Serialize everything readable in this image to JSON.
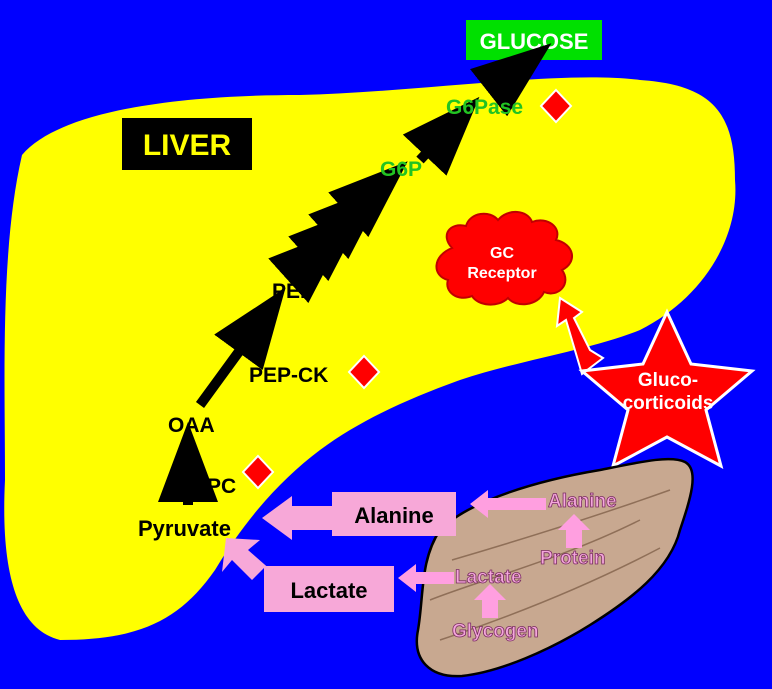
{
  "organ_label": "LIVER",
  "output_label": "GLUCOSE",
  "nodes": {
    "g6pase": "G6Pase",
    "g6p": "G6P",
    "pep": "PEP",
    "pepck": "PEP-CK",
    "oaa": "OAA",
    "pc": "PC",
    "pyruvate": "Pyruvate"
  },
  "receptor": {
    "line1": "GC",
    "line2": "Receptor"
  },
  "hormone": {
    "line1": "Gluco-",
    "line2": "corticoids"
  },
  "boxes": {
    "alanine": "Alanine",
    "lactate": "Lactate"
  },
  "muscle": {
    "alanine": "Alanine",
    "protein": "Protein",
    "lactate": "Lactate",
    "glycogen": "Glycogen"
  },
  "colors": {
    "background": "#0000ff",
    "liver": "#ffff00",
    "glucose_box": "#00e000",
    "green_text": "#22c322",
    "regulator": "#ff0000",
    "pink_box": "#f7a8d8",
    "pink_arrow": "#ff9fe0",
    "muscle": "#c8a890",
    "muscle_text": "#f4a6dc"
  }
}
